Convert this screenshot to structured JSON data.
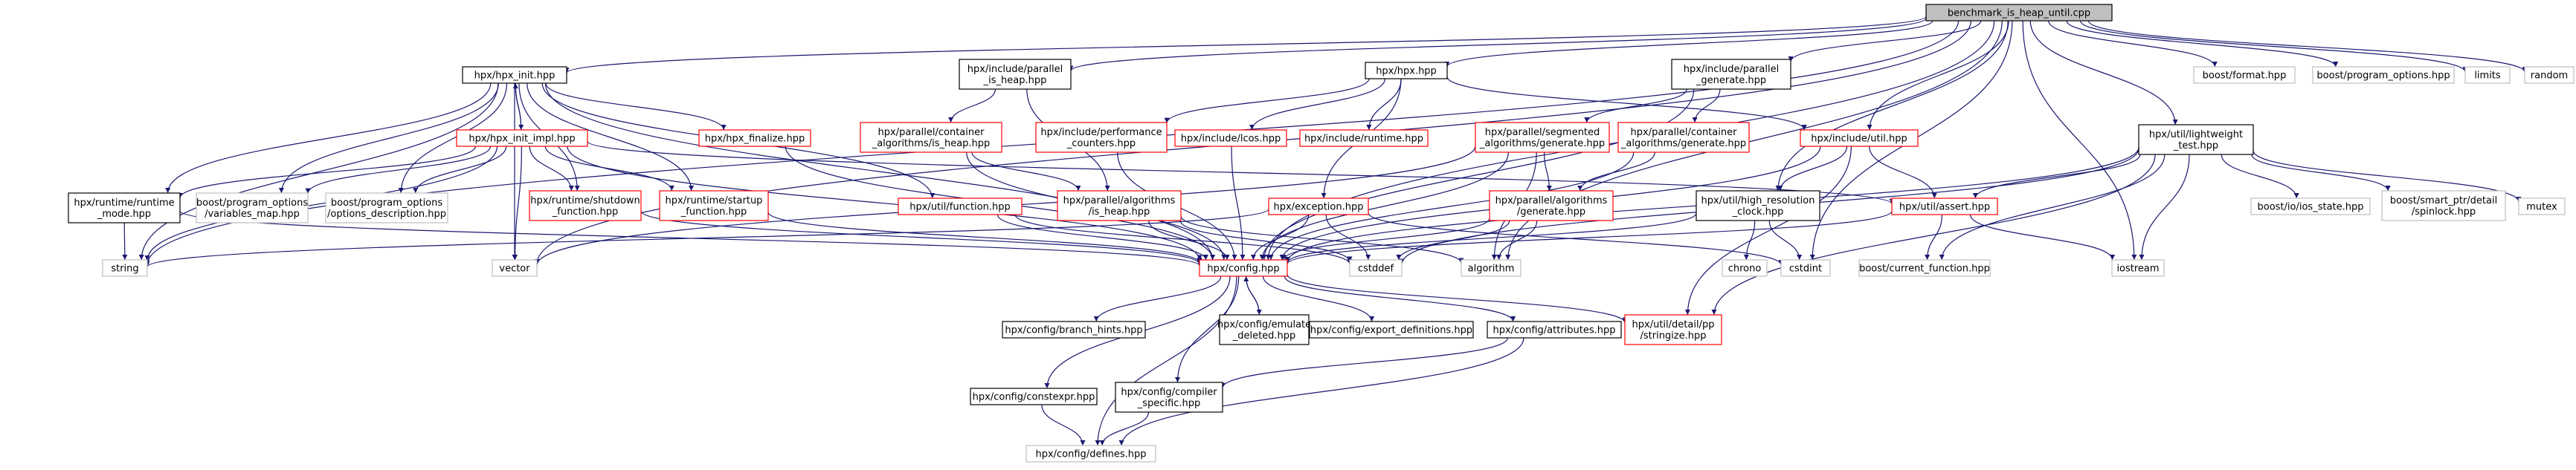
{
  "nodes": [
    {
      "id": "root",
      "label": [
        "benchmark_is_heap_until.cpp"
      ],
      "style": "root"
    },
    {
      "id": "hpx_init",
      "label": [
        "hpx/hpx_init.hpp"
      ],
      "style": "black"
    },
    {
      "id": "hpx_init_impl",
      "label": [
        "hpx/hpx_init_impl.hpp"
      ],
      "style": "red"
    },
    {
      "id": "hpx_finalize",
      "label": [
        "hpx/hpx_finalize.hpp"
      ],
      "style": "red"
    },
    {
      "id": "rt_mode",
      "label": [
        "hpx/runtime/runtime",
        "_mode.hpp"
      ],
      "style": "black"
    },
    {
      "id": "po_varmap",
      "label": [
        "boost/program_options",
        "/variables_map.hpp"
      ],
      "style": "gray"
    },
    {
      "id": "po_optdesc",
      "label": [
        "boost/program_options",
        "/options_description.hpp"
      ],
      "style": "gray"
    },
    {
      "id": "shutdown_fn",
      "label": [
        "hpx/runtime/shutdown",
        "_function.hpp"
      ],
      "style": "red"
    },
    {
      "id": "startup_fn",
      "label": [
        "hpx/runtime/startup",
        "_function.hpp"
      ],
      "style": "red"
    },
    {
      "id": "string",
      "label": [
        "string"
      ],
      "style": "gray"
    },
    {
      "id": "vector",
      "label": [
        "vector"
      ],
      "style": "gray"
    },
    {
      "id": "par_is_heap",
      "label": [
        "hpx/include/parallel",
        "_is_heap.hpp"
      ],
      "style": "black"
    },
    {
      "id": "cont_is_heap",
      "label": [
        "hpx/parallel/container",
        "_algorithms/is_heap.hpp"
      ],
      "style": "red"
    },
    {
      "id": "perf_counters",
      "label": [
        "hpx/include/performance",
        "_counters.hpp"
      ],
      "style": "red"
    },
    {
      "id": "util_function",
      "label": [
        "hpx/util/function.hpp"
      ],
      "style": "red"
    },
    {
      "id": "alg_is_heap",
      "label": [
        "hpx/parallel/algorithms",
        "/is_heap.hpp"
      ],
      "style": "red"
    },
    {
      "id": "hpx_hpp",
      "label": [
        "hpx/hpx.hpp"
      ],
      "style": "black"
    },
    {
      "id": "lcos",
      "label": [
        "hpx/include/lcos.hpp"
      ],
      "style": "red"
    },
    {
      "id": "include_runtime",
      "label": [
        "hpx/include/runtime.hpp"
      ],
      "style": "red"
    },
    {
      "id": "exception",
      "label": [
        "hpx/exception.hpp"
      ],
      "style": "red"
    },
    {
      "id": "config",
      "label": [
        "hpx/config.hpp"
      ],
      "style": "red"
    },
    {
      "id": "cstddef",
      "label": [
        "cstddef"
      ],
      "style": "gray"
    },
    {
      "id": "algorithm",
      "label": [
        "algorithm"
      ],
      "style": "gray"
    },
    {
      "id": "par_generate",
      "label": [
        "hpx/include/parallel",
        "_generate.hpp"
      ],
      "style": "black"
    },
    {
      "id": "seg_generate",
      "label": [
        "hpx/parallel/segmented",
        "_algorithms/generate.hpp"
      ],
      "style": "red"
    },
    {
      "id": "cont_generate",
      "label": [
        "hpx/parallel/container",
        "_algorithms/generate.hpp"
      ],
      "style": "red"
    },
    {
      "id": "alg_generate",
      "label": [
        "hpx/parallel/algorithms",
        "/generate.hpp"
      ],
      "style": "red"
    },
    {
      "id": "include_util",
      "label": [
        "hpx/include/util.hpp"
      ],
      "style": "red"
    },
    {
      "id": "hr_clock",
      "label": [
        "hpx/util/high_resolution",
        "_clock.hpp"
      ],
      "style": "black"
    },
    {
      "id": "chrono",
      "label": [
        "chrono"
      ],
      "style": "gray"
    },
    {
      "id": "cstdint",
      "label": [
        "cstdint"
      ],
      "style": "gray"
    },
    {
      "id": "util_assert",
      "label": [
        "hpx/util/assert.hpp"
      ],
      "style": "red"
    },
    {
      "id": "lw_test",
      "label": [
        "hpx/util/lightweight",
        "_test.hpp"
      ],
      "style": "black"
    },
    {
      "id": "boost_format",
      "label": [
        "boost/format.hpp"
      ],
      "style": "gray"
    },
    {
      "id": "boost_po",
      "label": [
        "boost/program_options.hpp"
      ],
      "style": "gray"
    },
    {
      "id": "limits",
      "label": [
        "limits"
      ],
      "style": "gray"
    },
    {
      "id": "random",
      "label": [
        "random"
      ],
      "style": "gray"
    },
    {
      "id": "ios_state",
      "label": [
        "boost/io/ios_state.hpp"
      ],
      "style": "gray"
    },
    {
      "id": "spinlock",
      "label": [
        "boost/smart_ptr/detail",
        "/spinlock.hpp"
      ],
      "style": "gray"
    },
    {
      "id": "mutex",
      "label": [
        "mutex"
      ],
      "style": "gray"
    },
    {
      "id": "iostream",
      "label": [
        "iostream"
      ],
      "style": "gray"
    },
    {
      "id": "current_function",
      "label": [
        "boost/current_function.hpp"
      ],
      "style": "gray"
    },
    {
      "id": "branch_hints",
      "label": [
        "hpx/config/branch_hints.hpp"
      ],
      "style": "black"
    },
    {
      "id": "emulate_deleted",
      "label": [
        "hpx/config/emulate",
        "_deleted.hpp"
      ],
      "style": "black"
    },
    {
      "id": "export_defs",
      "label": [
        "hpx/config/export_definitions.hpp"
      ],
      "style": "black"
    },
    {
      "id": "attributes",
      "label": [
        "hpx/config/attributes.hpp"
      ],
      "style": "black"
    },
    {
      "id": "stringize",
      "label": [
        "hpx/util/detail/pp",
        "/stringize.hpp"
      ],
      "style": "red"
    },
    {
      "id": "constexpr",
      "label": [
        "hpx/config/constexpr.hpp"
      ],
      "style": "black"
    },
    {
      "id": "compiler_specific",
      "label": [
        "hpx/config/compiler",
        "_specific.hpp"
      ],
      "style": "black"
    },
    {
      "id": "defines",
      "label": [
        "hpx/config/defines.hpp"
      ],
      "style": "gray"
    }
  ],
  "edges": [
    [
      "root",
      "hpx_init"
    ],
    [
      "root",
      "par_is_heap"
    ],
    [
      "root",
      "hpx_hpp"
    ],
    [
      "root",
      "par_generate"
    ],
    [
      "root",
      "include_util"
    ],
    [
      "root",
      "hr_clock"
    ],
    [
      "root",
      "lw_test"
    ],
    [
      "root",
      "boost_format"
    ],
    [
      "root",
      "boost_po"
    ],
    [
      "root",
      "limits"
    ],
    [
      "root",
      "random"
    ],
    [
      "root",
      "string"
    ],
    [
      "root",
      "vector"
    ],
    [
      "root",
      "cstdint"
    ],
    [
      "root",
      "iostream"
    ],
    [
      "root",
      "algorithm"
    ],
    [
      "root",
      "config"
    ],
    [
      "hpx_init",
      "hpx_init_impl"
    ],
    [
      "hpx_init",
      "hpx_finalize"
    ],
    [
      "hpx_init",
      "rt_mode"
    ],
    [
      "hpx_init",
      "po_varmap"
    ],
    [
      "hpx_init",
      "po_optdesc"
    ],
    [
      "hpx_init",
      "shutdown_fn"
    ],
    [
      "hpx_init",
      "startup_fn"
    ],
    [
      "hpx_init",
      "string"
    ],
    [
      "hpx_init",
      "vector"
    ],
    [
      "hpx_init",
      "config"
    ],
    [
      "hpx_init",
      "util_function"
    ],
    [
      "hpx_init_impl",
      "hpx_init"
    ],
    [
      "hpx_init_impl",
      "rt_mode"
    ],
    [
      "hpx_init_impl",
      "po_varmap"
    ],
    [
      "hpx_init_impl",
      "po_optdesc"
    ],
    [
      "hpx_init_impl",
      "shutdown_fn"
    ],
    [
      "hpx_init_impl",
      "startup_fn"
    ],
    [
      "hpx_init_impl",
      "string"
    ],
    [
      "hpx_init_impl",
      "vector"
    ],
    [
      "hpx_init_impl",
      "util_assert"
    ],
    [
      "hpx_init_impl",
      "config"
    ],
    [
      "hpx_finalize",
      "config"
    ],
    [
      "rt_mode",
      "string"
    ],
    [
      "rt_mode",
      "config"
    ],
    [
      "shutdown_fn",
      "config"
    ],
    [
      "startup_fn",
      "config"
    ],
    [
      "par_is_heap",
      "cont_is_heap"
    ],
    [
      "par_is_heap",
      "alg_is_heap"
    ],
    [
      "cont_is_heap",
      "config"
    ],
    [
      "cont_is_heap",
      "alg_is_heap"
    ],
    [
      "hpx_hpp",
      "perf_counters"
    ],
    [
      "hpx_hpp",
      "lcos"
    ],
    [
      "hpx_hpp",
      "include_runtime"
    ],
    [
      "hpx_hpp",
      "exception"
    ],
    [
      "hpx_hpp",
      "include_util"
    ],
    [
      "perf_counters",
      "config"
    ],
    [
      "lcos",
      "config"
    ],
    [
      "util_function",
      "config"
    ],
    [
      "util_function",
      "cstddef"
    ],
    [
      "alg_is_heap",
      "config"
    ],
    [
      "alg_is_heap",
      "algorithm"
    ],
    [
      "alg_is_heap",
      "cstddef"
    ],
    [
      "exception",
      "config"
    ],
    [
      "exception",
      "string"
    ],
    [
      "exception",
      "cstddef"
    ],
    [
      "exception",
      "cstdint"
    ],
    [
      "par_generate",
      "seg_generate"
    ],
    [
      "par_generate",
      "cont_generate"
    ],
    [
      "par_generate",
      "config"
    ],
    [
      "seg_generate",
      "alg_generate"
    ],
    [
      "seg_generate",
      "config"
    ],
    [
      "seg_generate",
      "algorithm"
    ],
    [
      "seg_generate",
      "vector"
    ],
    [
      "cont_generate",
      "alg_generate"
    ],
    [
      "cont_generate",
      "config"
    ],
    [
      "alg_generate",
      "config"
    ],
    [
      "alg_generate",
      "algorithm"
    ],
    [
      "alg_generate",
      "cstddef"
    ],
    [
      "include_util",
      "hr_clock"
    ],
    [
      "include_util",
      "util_assert"
    ],
    [
      "include_util",
      "config"
    ],
    [
      "include_util",
      "stringize"
    ],
    [
      "hr_clock",
      "chrono"
    ],
    [
      "hr_clock",
      "cstdint"
    ],
    [
      "hr_clock",
      "config"
    ],
    [
      "util_assert",
      "current_function"
    ],
    [
      "util_assert",
      "iostream"
    ],
    [
      "util_assert",
      "config"
    ],
    [
      "lw_test",
      "util_assert"
    ],
    [
      "lw_test",
      "ios_state"
    ],
    [
      "lw_test",
      "spinlock"
    ],
    [
      "lw_test",
      "mutex"
    ],
    [
      "lw_test",
      "iostream"
    ],
    [
      "lw_test",
      "cstddef"
    ],
    [
      "lw_test",
      "config"
    ],
    [
      "lw_test",
      "stringize"
    ],
    [
      "lw_test",
      "current_function"
    ],
    [
      "config",
      "branch_hints"
    ],
    [
      "config",
      "emulate_deleted"
    ],
    [
      "config",
      "export_defs"
    ],
    [
      "config",
      "attributes"
    ],
    [
      "config",
      "stringize"
    ],
    [
      "config",
      "constexpr"
    ],
    [
      "config",
      "compiler_specific"
    ],
    [
      "config",
      "defines"
    ],
    [
      "emulate_deleted",
      "config"
    ],
    [
      "attributes",
      "defines"
    ],
    [
      "attributes",
      "compiler_specific"
    ],
    [
      "constexpr",
      "defines"
    ],
    [
      "compiler_specific",
      "defines"
    ]
  ],
  "colors": {
    "edge": "#191970",
    "root_fill": "#bfbfbf",
    "red_border": "#ff0000",
    "black_border": "#000000",
    "gray_border": "#bfbfbf"
  }
}
